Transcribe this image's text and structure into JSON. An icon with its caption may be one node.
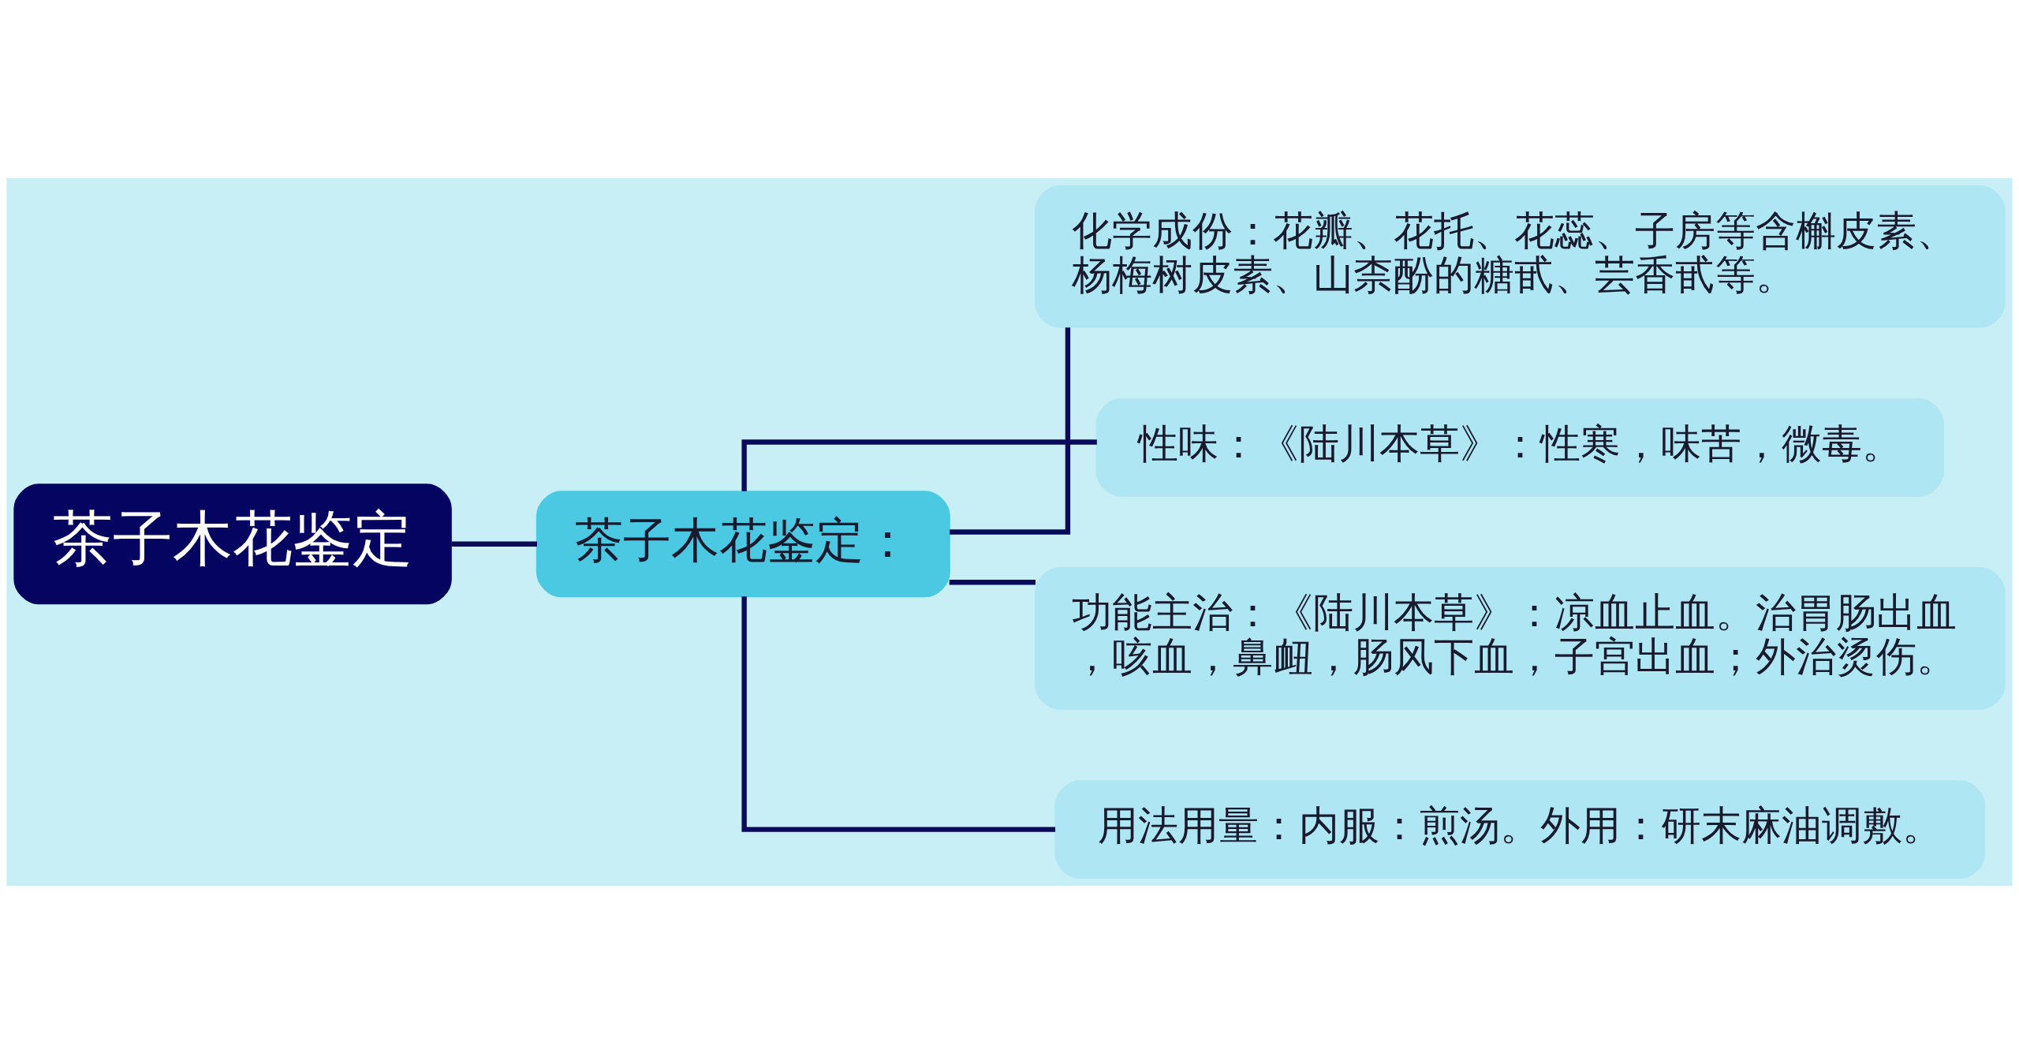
{
  "diagram": {
    "nodes": [
      {
        "text": [
          "茶子木花鉴定"
        ]
      },
      {
        "text": [
          "茶子木花鉴定："
        ]
      },
      {
        "text": [
          "化学成份：花瓣、花托、花蕊、子房等含槲皮素、杨梅树皮素、山柰酚的糖甙、芸香甙等。"
        ]
      },
      {
        "text": [
          "性味：《陆川本草》：性寒，味苦，微毒。"
        ]
      },
      {
        "text": [
          "功能主治：《陆川本草》：凉血止血。治胃肠出血，咳血，鼻衄，肠风下血，子宫出血；外治烫伤。"
        ]
      },
      {
        "text": [
          "用法用量：内服：煎汤。外用：研末麻油调敷。"
        ]
      }
    ],
    "edges": [
      {
        "from": 0,
        "to": 1,
        "arrow": "none"
      },
      {
        "from": 1,
        "to": 2,
        "arrow": "none"
      },
      {
        "from": 1,
        "to": 3,
        "arrow": "none"
      },
      {
        "from": 1,
        "to": 4,
        "arrow": "none"
      },
      {
        "from": 1,
        "to": 5,
        "arrow": "none"
      }
    ]
  }
}
